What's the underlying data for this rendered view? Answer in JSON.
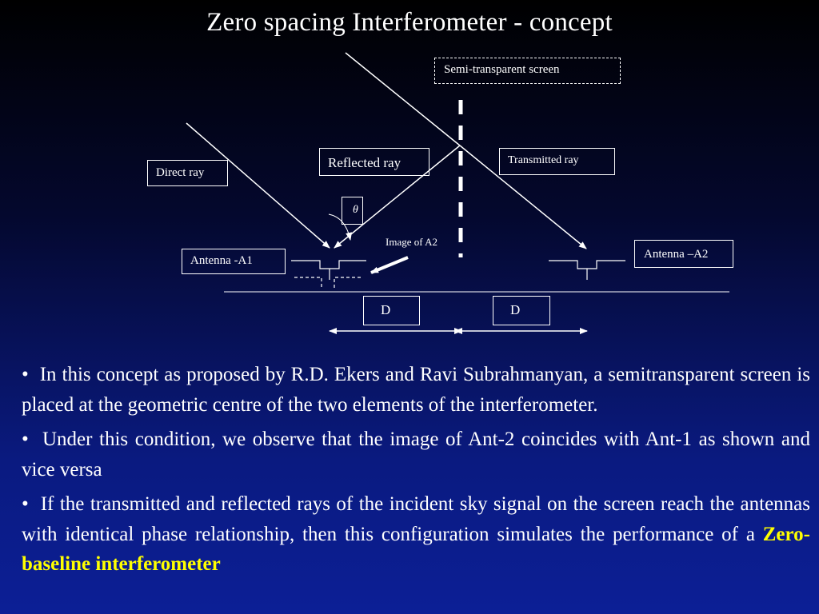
{
  "title": "Zero spacing Interferometer -  concept",
  "labels": {
    "semi_transparent_screen": "Semi-transparent screen",
    "reflected_ray": "Reflected ray",
    "transmitted_ray": "Transmitted ray",
    "direct_ray": "Direct ray",
    "theta": "θ",
    "image_of_a2": "Image of A2",
    "antenna_a1": "Antenna -A1",
    "antenna_a2": "Antenna –A2",
    "d_left": "D",
    "d_right": "D"
  },
  "bullets": [
    {
      "marker": "•",
      "text": "In this concept as proposed by R.D. Ekers and Ravi Subrahmanyan, a semitransparent screen is placed at the geometric centre of the two elements of the interferometer."
    },
    {
      "marker": "•",
      "text": "Under this condition, we observe that the image of Ant-2 coincides with Ant-1 as shown and vice versa"
    },
    {
      "marker": "•",
      "text": "If  the transmitted and reflected rays of the incident sky signal on the screen reach the antennas with identical phase relationship, then this configuration simulates  the performance of a ",
      "highlight": "Zero-baseline interferometer"
    }
  ],
  "colors": {
    "highlight": "#ffff00",
    "text": "#ffffff"
  }
}
